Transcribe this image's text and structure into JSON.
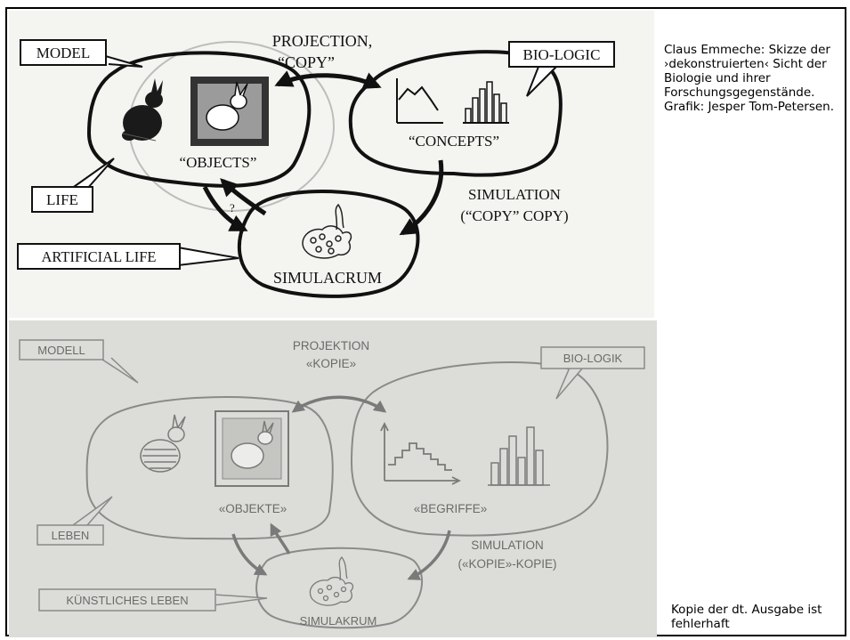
{
  "english": {
    "model": "MODEL",
    "projection_line1": "PROJECTION,",
    "projection_line2": "“COPY”",
    "biologic": "BIO-LOGIC",
    "objects": "“OBJECTS”",
    "concepts": "“CONCEPTS”",
    "life": "LIFE",
    "question": "?",
    "simulation_line1": "SIMULATION",
    "simulation_line2": "(“COPY” COPY)",
    "artificial_life": "ARTIFICIAL LIFE",
    "simulacrum": "SIMULACRUM"
  },
  "german": {
    "model": "MODELL",
    "projection_line1": "PROJEKTION",
    "projection_line2": "«KOPIE»",
    "biologic": "BIO-LOGIK",
    "objects": "«OBJEKTE»",
    "concepts": "«BEGRIFFE»",
    "life": "LEBEN",
    "simulation_line1": "SIMULATION",
    "simulation_line2": "(«KOPIE»-KOPIE)",
    "artificial_life": "KÜNSTLICHES LEBEN",
    "simulacrum": "SIMULAKRUM"
  },
  "caption": "Claus Emmeche: Skizze der ›dekonstruierten‹ Sicht der Biologie und ihrer Forschungsgegenstände. Grafik: Jesper Tom-Petersen.",
  "note": "Kopie der dt. Ausgabe ist fehlerhaft"
}
